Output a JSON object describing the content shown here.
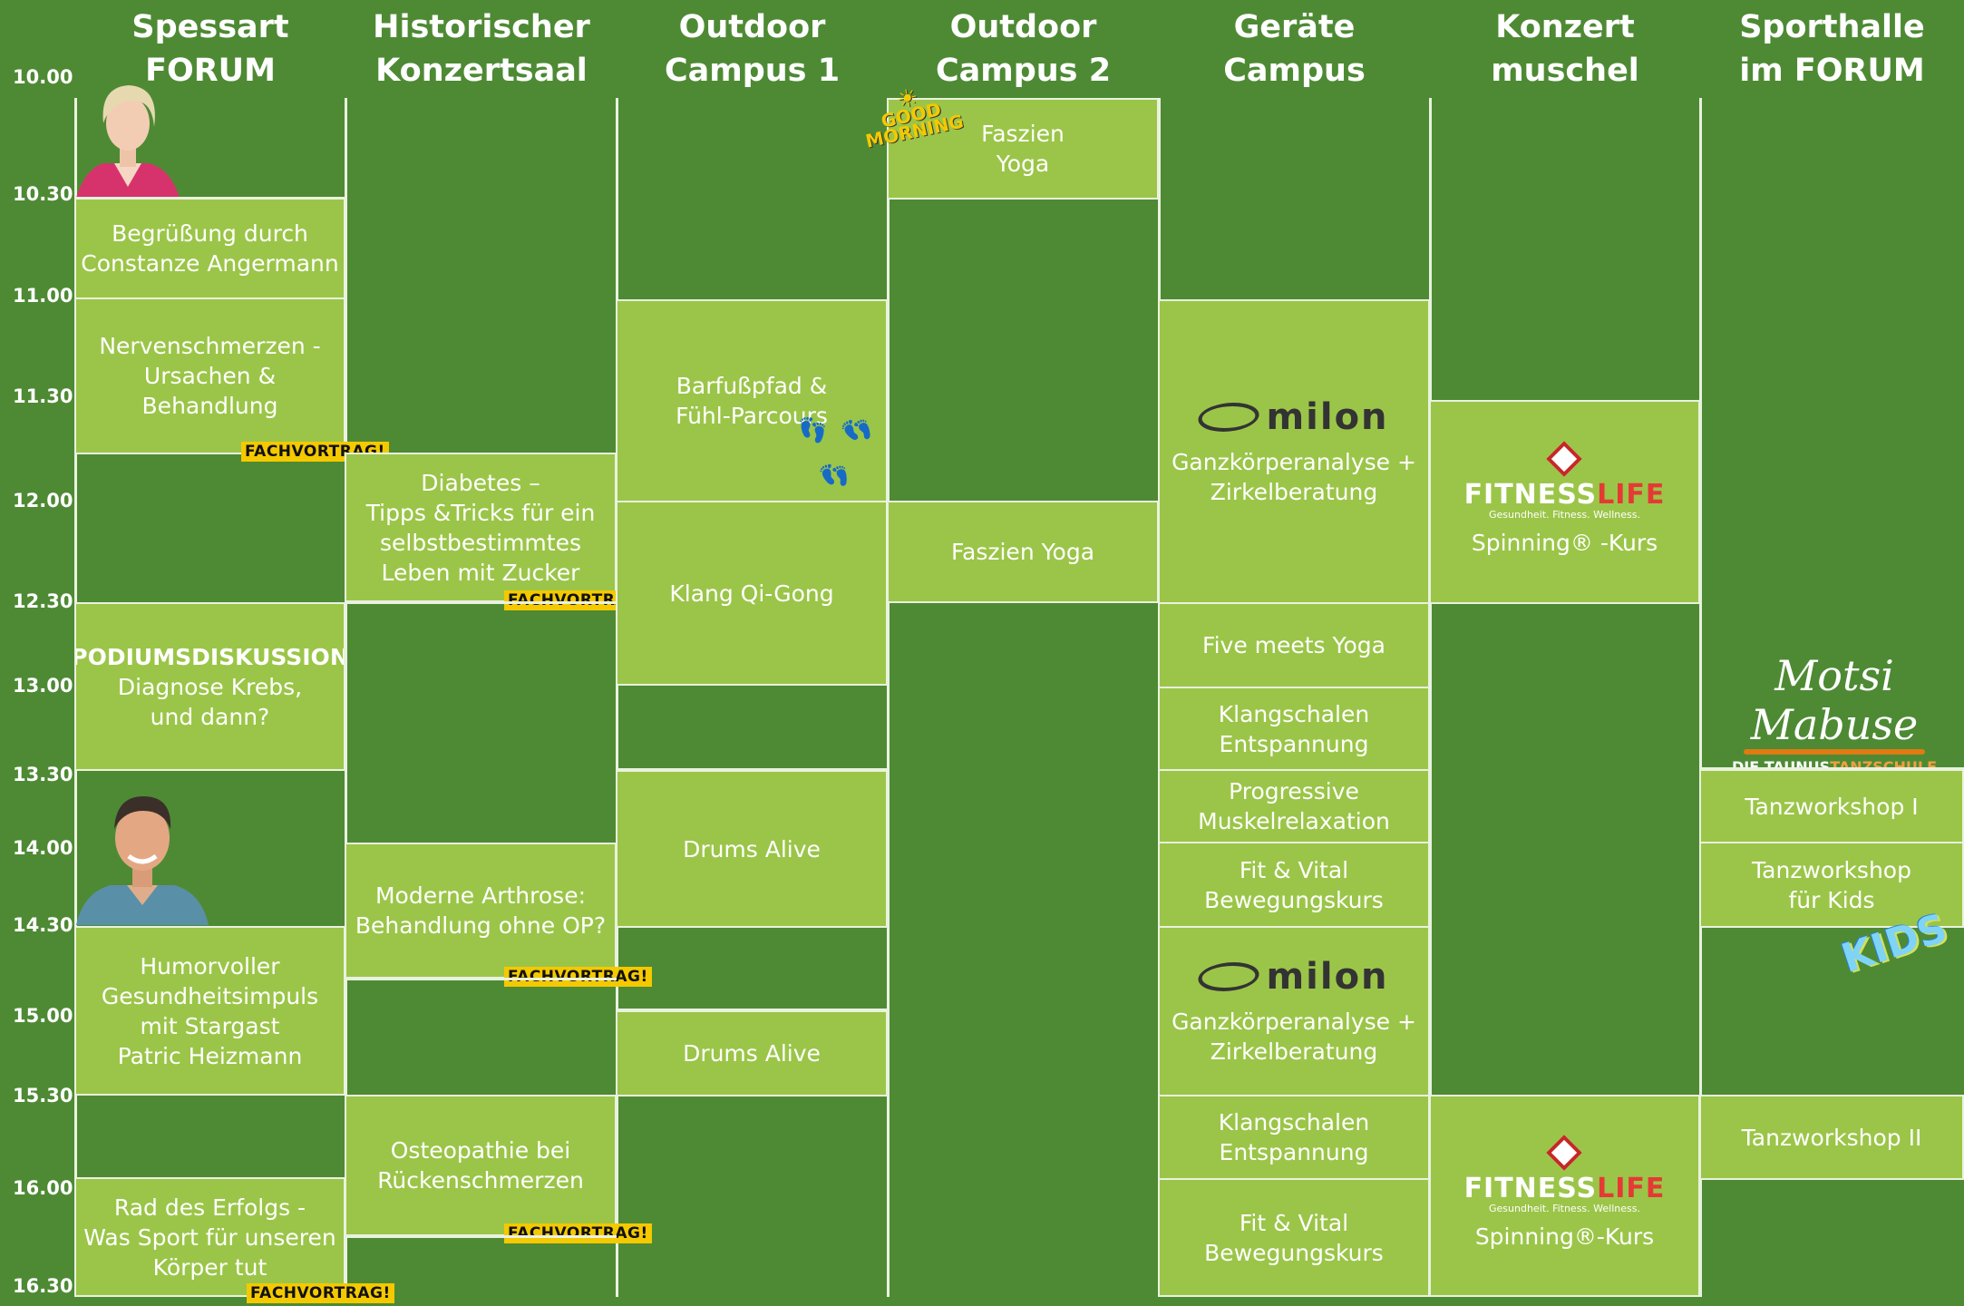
{
  "columns": [
    "Spessart\nFORUM",
    "Historischer\nKonzertsaal",
    "Outdoor\nCampus 1",
    "Outdoor\nCampus 2",
    "Geräte Campus",
    "Konzert\nmuschel",
    "Sporthalle\nim FORUM"
  ],
  "times": [
    "10.00",
    "10.30",
    "11.00",
    "11.30",
    "12.00",
    "12.30",
    "13.00",
    "13.30",
    "14.00",
    "14.30",
    "15.00",
    "15.30",
    "16.00",
    "16.30"
  ],
  "events": [
    {
      "title": "Begrüßung durch\nConstanze Angermann"
    },
    {
      "title": "Nervenschmerzen -\nUrsachen & Behandlung"
    },
    {
      "strong": "PODIUMSDISKUSSION",
      "title": "Diagnose Krebs,\nund dann?"
    },
    {
      "title": "Humorvoller\nGesundheitsimpuls\nmit Stargast\nPatric Heizmann"
    },
    {
      "title": "Rad des Erfolgs -\nWas Sport für unseren\nKörper tut"
    },
    {
      "title": "Diabetes –\nTipps &Tricks für ein\nselbstbestimmtes\nLeben mit Zucker"
    },
    {
      "title": "Moderne Arthrose:\nBehandlung ohne OP?"
    },
    {
      "title": "Osteopathie bei\nRückenschmerzen"
    },
    {
      "title": "Barfußpfad &\nFühl-Parcours"
    },
    {
      "title": "Klang Qi-Gong"
    },
    {
      "title": "Drums Alive"
    },
    {
      "title": "Drums Alive"
    },
    {
      "title": "Faszien\nYoga"
    },
    {
      "title": "Faszien Yoga"
    },
    {
      "title": "Ganzkörperanalyse +\nZirkelberatung"
    },
    {
      "title": "Five meets Yoga"
    },
    {
      "title": "Klangschalen\nEntspannung"
    },
    {
      "title": "Progressive\nMuskelrelaxation"
    },
    {
      "title": "Fit & Vital\nBewegungskurs"
    },
    {
      "title": "Ganzkörperanalyse +\nZirkelberatung"
    },
    {
      "title": "Klangschalen\nEntspannung"
    },
    {
      "title": "Fit & Vital\nBewegungskurs"
    },
    {
      "title": "Spinning® -Kurs"
    },
    {
      "title": "Spinning®-Kurs"
    },
    {
      "title": "Tanzworkshop I"
    },
    {
      "title": "Tanzworkshop\nfür Kids"
    },
    {
      "title": "Tanzworkshop II"
    }
  ],
  "badges": {
    "fachvortrag": "FACHVORTRAG!"
  },
  "logos": {
    "milon": "milon",
    "fitness_a": "FITNESS",
    "fitness_b": "LIFE",
    "fitness_tag": "Gesundheit. Fitness. Wellness.",
    "good_morning_1": "GOOD",
    "good_morning_2": "MORNING",
    "motsi": "Motsi Mabuse",
    "motsi_sub_a": "DIE TAUNUS",
    "motsi_sub_b": "TANZSCHULE",
    "kids": "KIDS"
  },
  "colors": {
    "background": "#4e8a34",
    "event": "#9bc548",
    "line": "#e9f2df",
    "badge": "#f4c900"
  }
}
